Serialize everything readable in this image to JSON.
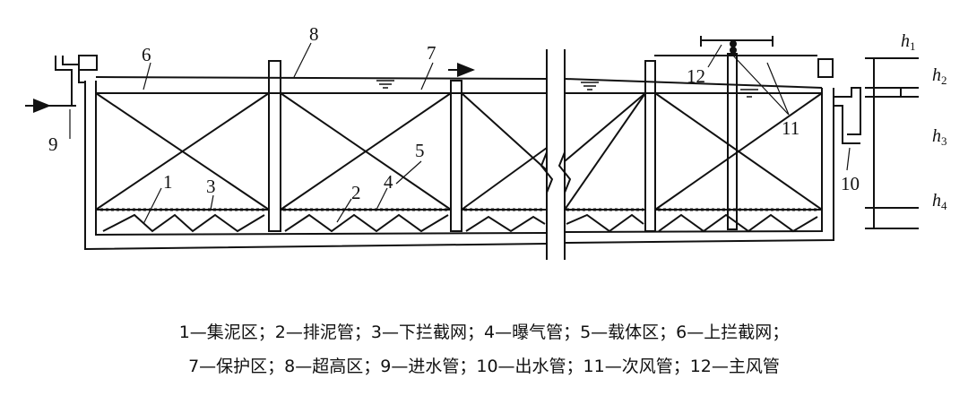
{
  "figure": {
    "callouts": [
      "1",
      "2",
      "3",
      "4",
      "5",
      "6",
      "7",
      "8",
      "9",
      "10",
      "11",
      "12"
    ],
    "heights": [
      {
        "name": "h",
        "sub": "1"
      },
      {
        "name": "h",
        "sub": "2"
      },
      {
        "name": "h",
        "sub": "3"
      },
      {
        "name": "h",
        "sub": "4"
      }
    ]
  },
  "legend": {
    "line1": "1—集泥区；2—排泥管；3—下拦截网；4—曝气管；5—载体区；6—上拦截网；",
    "line2": "7—保护区；8—超高区；9—进水管；10—出水管；11—次风管；12—主风管"
  }
}
